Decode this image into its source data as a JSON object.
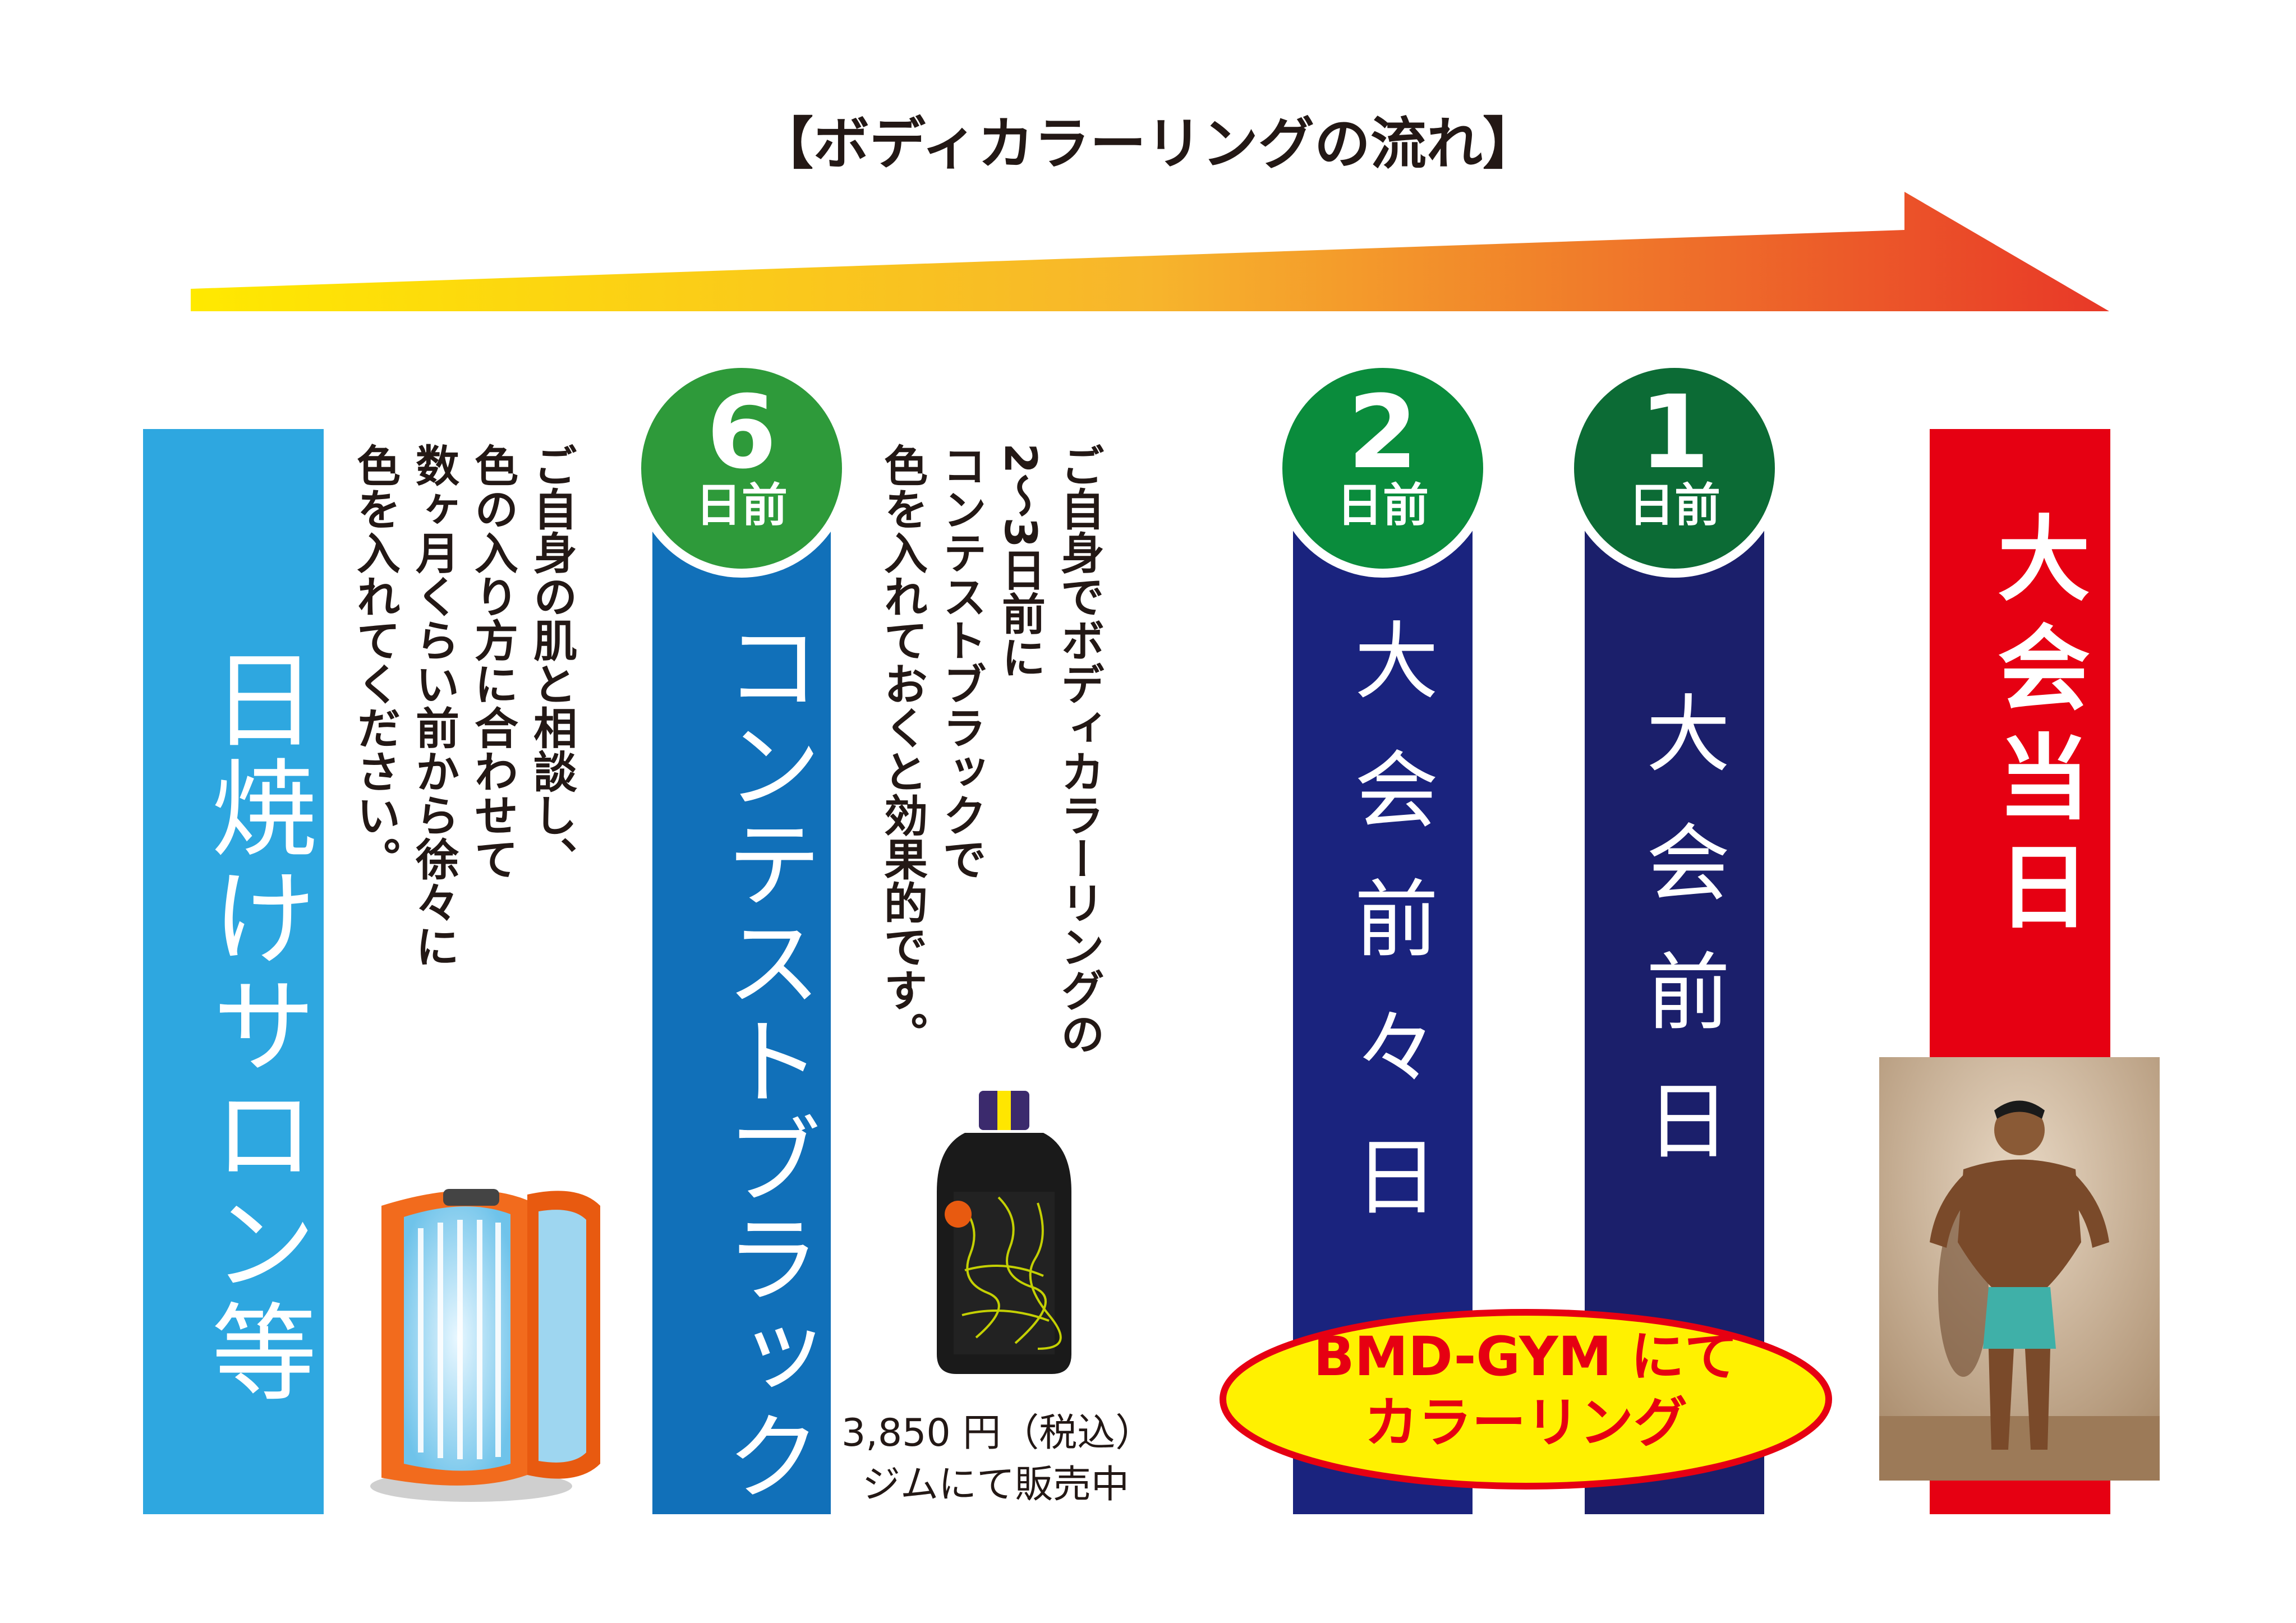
{
  "title": "【ボディカラーリングの流れ】",
  "colors": {
    "arrow_start": "#ffe900",
    "arrow_end": "#e83828",
    "salon_bar": "#2ea7e0",
    "contest_bar": "#1170b9",
    "navy_bar": "#1a237e",
    "navy_bar_dark": "#1b1f6b",
    "red_bar": "#e60012",
    "badge_green_light": "#2e9a3a",
    "badge_green_mid": "#0a8c3c",
    "badge_green_dark": "#0c6b35",
    "oval_fill": "#fff100",
    "oval_stroke": "#e60012",
    "oval_text": "#e60012"
  },
  "steps": {
    "salon": {
      "title": "日焼けサロン等",
      "desc_lines": [
        "ご自身の肌と相談し、",
        "色の入り方に合わせて",
        "数ヶ月くらい前から徐々に",
        "色を入れてください。"
      ]
    },
    "contest": {
      "badge_num": "6",
      "badge_label": "日前",
      "title": "コンテストブラック",
      "desc_lines": [
        "ご自身でボディカラーリングの",
        "2～3日前に",
        "コンテストブラックで",
        "色を入れておくと効果的です。"
      ],
      "price_line1": "3,850 円（税込）",
      "price_line2": "ジムにて販売中"
    },
    "two_days": {
      "badge_num": "2",
      "badge_label": "日前",
      "title": "大会前々日"
    },
    "one_day": {
      "badge_num": "1",
      "badge_label": "日前",
      "title": "大会前日"
    },
    "event_day": {
      "title": "大会当日"
    }
  },
  "oval": {
    "line1": "BMD-GYM にて",
    "line2": "カラーリング"
  }
}
